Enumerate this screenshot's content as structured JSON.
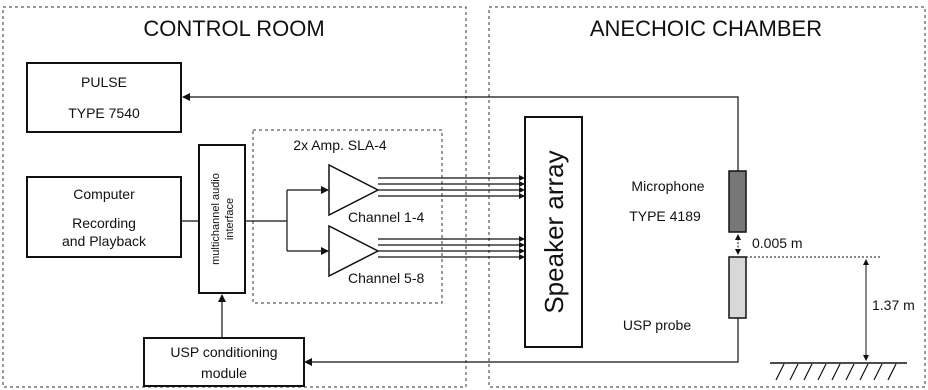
{
  "rooms": {
    "control": "CONTROL ROOM",
    "anechoic": "ANECHOIC CHAMBER"
  },
  "pulse": {
    "line1": "PULSE",
    "line2": "TYPE 7540"
  },
  "computer": {
    "line1": "Computer",
    "line2": "Recording",
    "line3": "and Playback"
  },
  "interface": {
    "line1": "multichannel audio",
    "line2": "interface"
  },
  "amplifier": {
    "title": "2x Amp. SLA-4",
    "channel_a": "Channel 1-4",
    "channel_b": "Channel 5-8"
  },
  "speaker_array": "Speaker array",
  "microphone": {
    "line1": "Microphone",
    "line2": "TYPE 4189"
  },
  "usp_probe": "USP probe",
  "conditioning": {
    "line1": "USP conditioning",
    "line2": "module"
  },
  "dimensions": {
    "gap": "0.005 m",
    "height": "1.37 m"
  }
}
